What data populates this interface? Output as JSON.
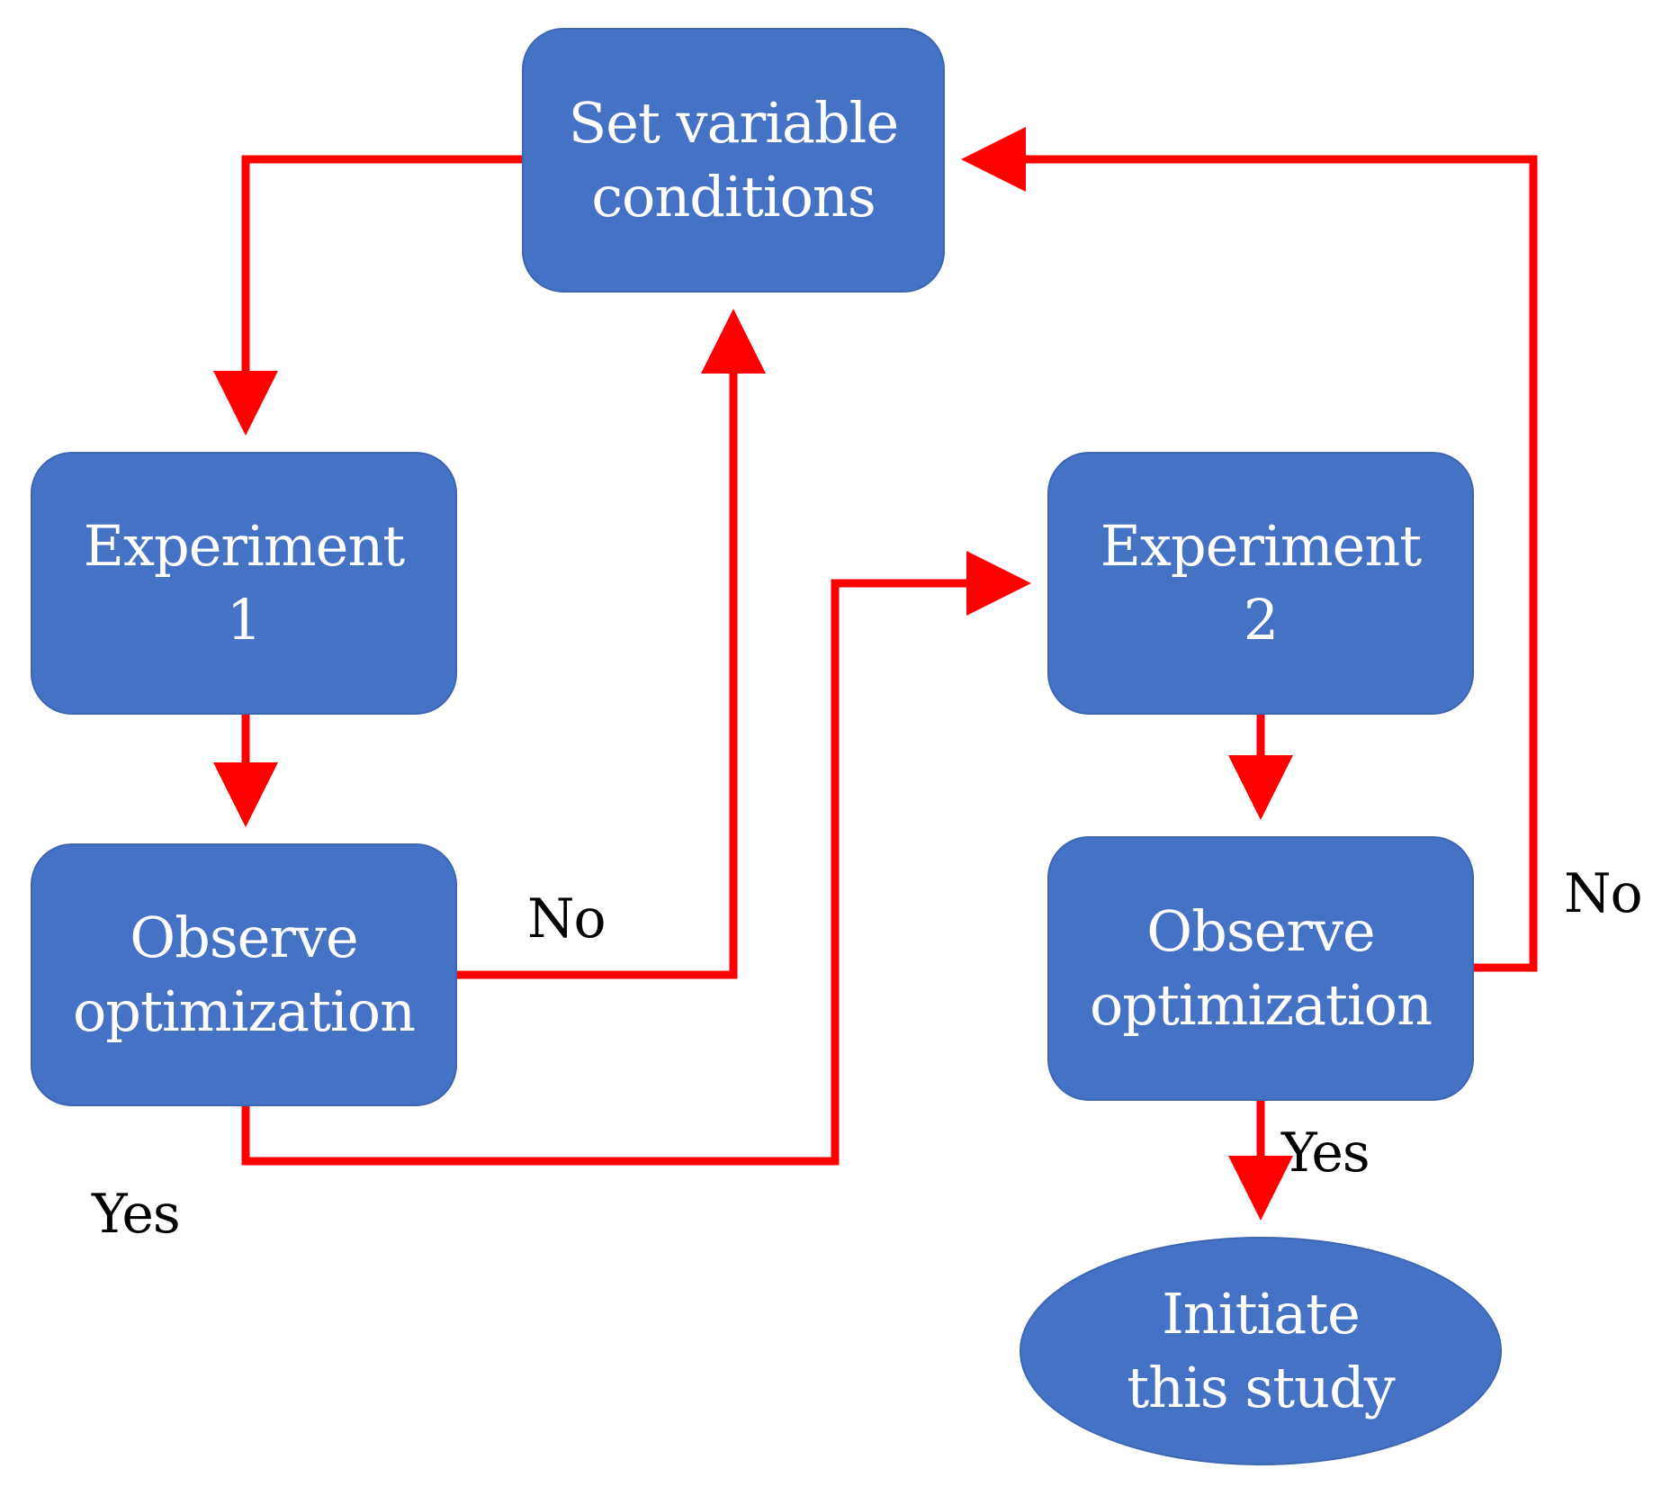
{
  "nodes": {
    "set_variable": {
      "line1": "Set variable",
      "line2": "conditions"
    },
    "experiment1": {
      "line1": "Experiment",
      "line2": "1"
    },
    "observe1": {
      "line1": "Observe",
      "line2": "optimization"
    },
    "experiment2": {
      "line1": "Experiment",
      "line2": "2"
    },
    "observe2": {
      "line1": "Observe",
      "line2": "optimization"
    },
    "initiate": {
      "line1": "Initiate",
      "line2": "this study"
    }
  },
  "labels": {
    "no_observe1": "No",
    "no_observe2": "No",
    "yes_observe1": "Yes",
    "yes_observe2": "Yes"
  },
  "colors": {
    "node_fill": "#4472c4",
    "node_text": "#ffffff",
    "arrow": "#ff0000",
    "label_text": "#000000"
  }
}
